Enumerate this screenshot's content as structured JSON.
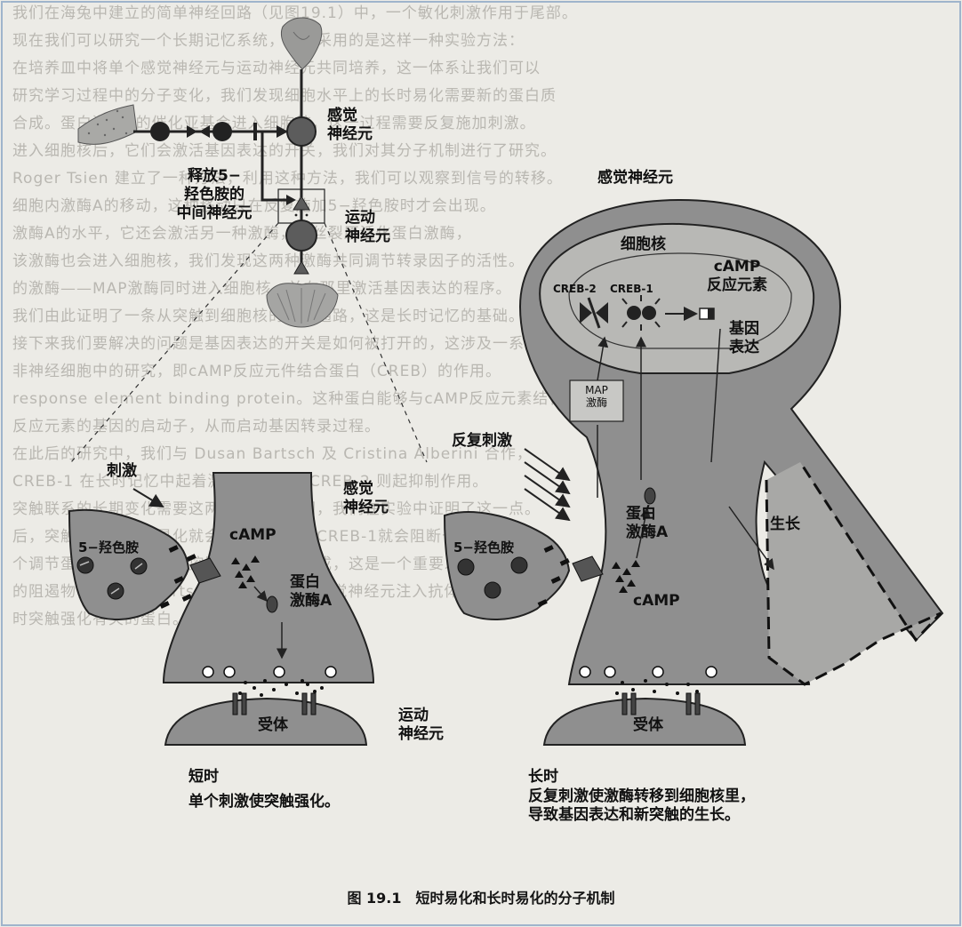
{
  "figure": {
    "caption": "图 19.1　短时易化和长时易化的分子机制"
  },
  "circuit": {
    "sensory_neuron": "感觉\n神经元",
    "interneuron": "释放5−\n羟色胺的\n中间神经元",
    "motor_neuron": "运动\n神经元"
  },
  "short_term": {
    "stimulus": "刺激",
    "serotonin": "5−羟色胺",
    "camp": "cAMP",
    "pka": "蛋白\n激酶A",
    "sensory_neuron": "感觉\n神经元",
    "receptor": "受体",
    "motor_neuron": "运动\n神经元",
    "title": "短时",
    "description": "单个刺激使突触强化。"
  },
  "long_term": {
    "sensory_neuron": "感觉神经元",
    "nucleus": "细胞核",
    "creb2": "CREB-2",
    "creb1": "CREB-1",
    "cre": "cAMP\n反应元素",
    "gene_expression": "基因\n表达",
    "map_kinase": "MAP\n激酶",
    "repeated_stimulus": "反复刺激",
    "serotonin": "5−羟色胺",
    "pka": "蛋白\n激酶A",
    "camp": "cAMP",
    "growth": "生长",
    "receptor": "受体",
    "title": "长时",
    "description": "反复刺激使激酶转移到细胞核里，\n导致基因表达和新突触的生长。"
  },
  "background_text_lines": [
    "我们在海兔中建立的简单神经回路（见图19.1）中，一个敏化刺激作用于尾部。",
    "现在我们可以研究一个长期记忆系统，我们采用的是这样一种实验方法：",
    "在培养皿中将单个感觉神经元与运动神经元共同培养，这一体系让我们可以",
    "研究学习过程中的分子变化，我们发现细胞水平上的长时易化需要新的蛋白质",
    "合成。蛋白激酶A的催化亚基会进入细胞核，这一过程需要反复施加刺激。",
    "进入细胞核后，它们会激活基因表达的开关，我们对其分子机制进行了研究。",
    "Roger Tsien 建立了一种方法，利用这种方法，我们可以观察到信号的转移。",
    "细胞内激酶A的移动，这种移动只在反复施加5−羟色胺时才会出现。",
    "激酶A的水平，它还会激活另一种激酶，即丝裂原活化蛋白激酶，",
    "该激酶也会进入细胞核，我们发现这两种激酶共同调节转录因子的活性。",
    "的激酶——MAP激酶同时进入细胞核，并在那里激活基因表达的程序。",
    "我们由此证明了一条从突触到细胞核的信号通路，这是长时记忆的基础。",
    "接下来我们要解决的问题是基因表达的开关是如何被打开的，这涉及一系列",
    "非神经细胞中的研究，即cAMP反应元件结合蛋白（CREB）的作用。",
    "response element binding protein。这种蛋白能够与cAMP反应元素结合。",
    "反应元素的基因的启动子，从而启动基因转录过程。",
    "在此后的研究中，我们与 Dusan Bartsch 及 Cristina Alberini 合作，",
    "CREB-1 在长时记忆中起着激活作用，而 CREB-2 则起抑制作用。",
    "突触联系的长期变化需要这两种因素的协调，我们在实验中证明了这一点。",
    "后，突触联系的长时易化就会发生，而阻断CREB-1就会阻断长时易化。",
    "个调节蛋白复合体，从而控制长时记忆的形成，这是一个重要发现。",
    "的阻遏物，Dusan Bartsch 发现，直接向感觉神经元注入抗体就能阻断",
    "时突触强化有关的蛋白。",
    ""
  ]
}
